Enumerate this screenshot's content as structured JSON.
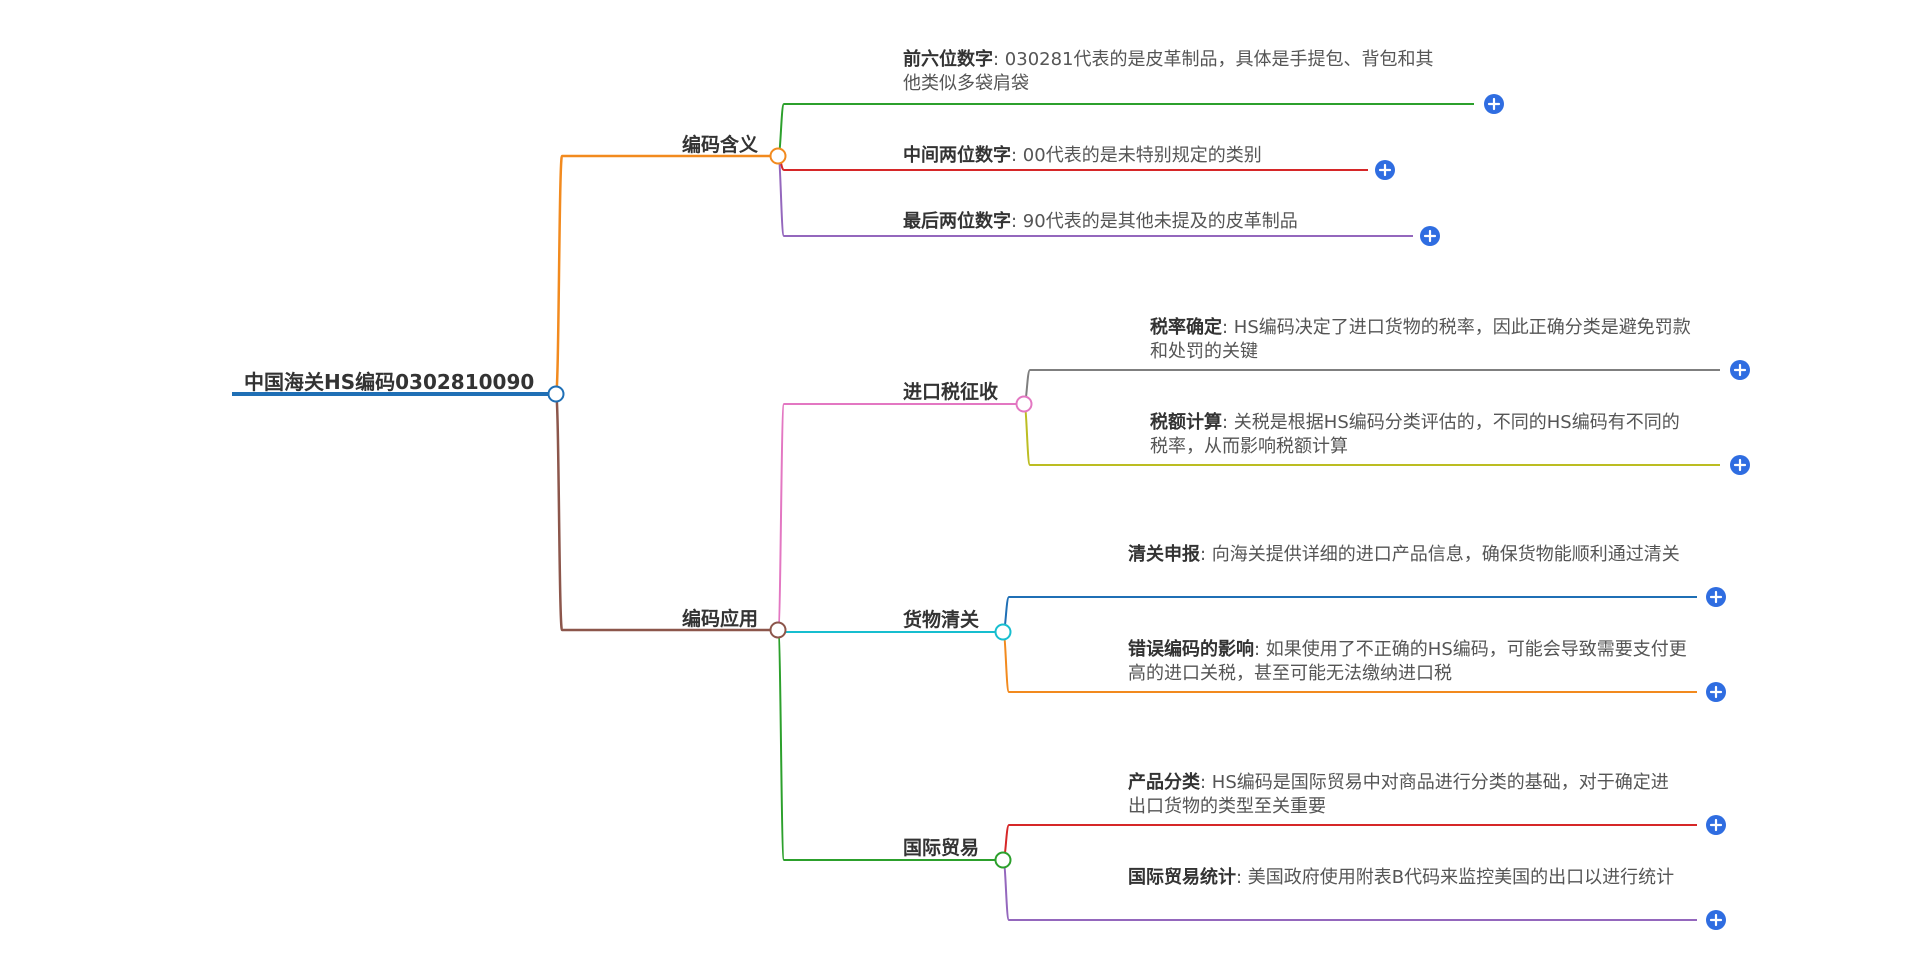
{
  "root": {
    "label": "中国海关HS编码0302810090",
    "color": "#1f6fb5"
  },
  "branches": [
    {
      "label": "编码含义",
      "color": "#f28a1e",
      "leaves": [
        {
          "key": "前六位数字",
          "text": "030281代表的是皮革制品，具体是手提包、背包和其他类似多袋肩袋",
          "color": "#2ca02c"
        },
        {
          "key": "中间两位数字",
          "text": "00代表的是未特别规定的类别",
          "color": "#d62728"
        },
        {
          "key": "最后两位数字",
          "text": "90代表的是其他未提及的皮革制品",
          "color": "#9467bd"
        }
      ]
    },
    {
      "label": "编码应用",
      "color": "#8c564b",
      "subs": [
        {
          "label": "进口税征收",
          "color": "#e377c2",
          "leaves": [
            {
              "key": "税率确定",
              "text": "HS编码决定了进口货物的税率，因此正确分类是避免罚款和处罚的关键",
              "color": "#7f7f7f"
            },
            {
              "key": "税额计算",
              "text": "关税是根据HS编码分类评估的，不同的HS编码有不同的税率，从而影响税额计算",
              "color": "#bcbd22"
            }
          ]
        },
        {
          "label": "货物清关",
          "color": "#17becf",
          "leaves": [
            {
              "key": "清关申报",
              "text": "向海关提供详细的进口产品信息，确保货物能顺利通过清关",
              "color": "#1f6fb5"
            },
            {
              "key": "错误编码的影响",
              "text": "如果使用了不正确的HS编码，可能会导致需要支付更高的进口关税，甚至可能无法缴纳进口税",
              "color": "#f28a1e"
            }
          ]
        },
        {
          "label": "国际贸易",
          "color": "#2ca02c",
          "leaves": [
            {
              "key": "产品分类",
              "text": "HS编码是国际贸易中对商品进行分类的基础，对于确定进出口货物的类型至关重要",
              "color": "#d62728"
            },
            {
              "key": "国际贸易统计",
              "text": "美国政府使用附表B代码来监控美国的出口以进行统计",
              "color": "#9467bd"
            }
          ]
        }
      ]
    }
  ],
  "ui": {
    "separator": ": ",
    "expand_icon": "plus-circle-icon",
    "expand_color": "#2f6de1"
  }
}
